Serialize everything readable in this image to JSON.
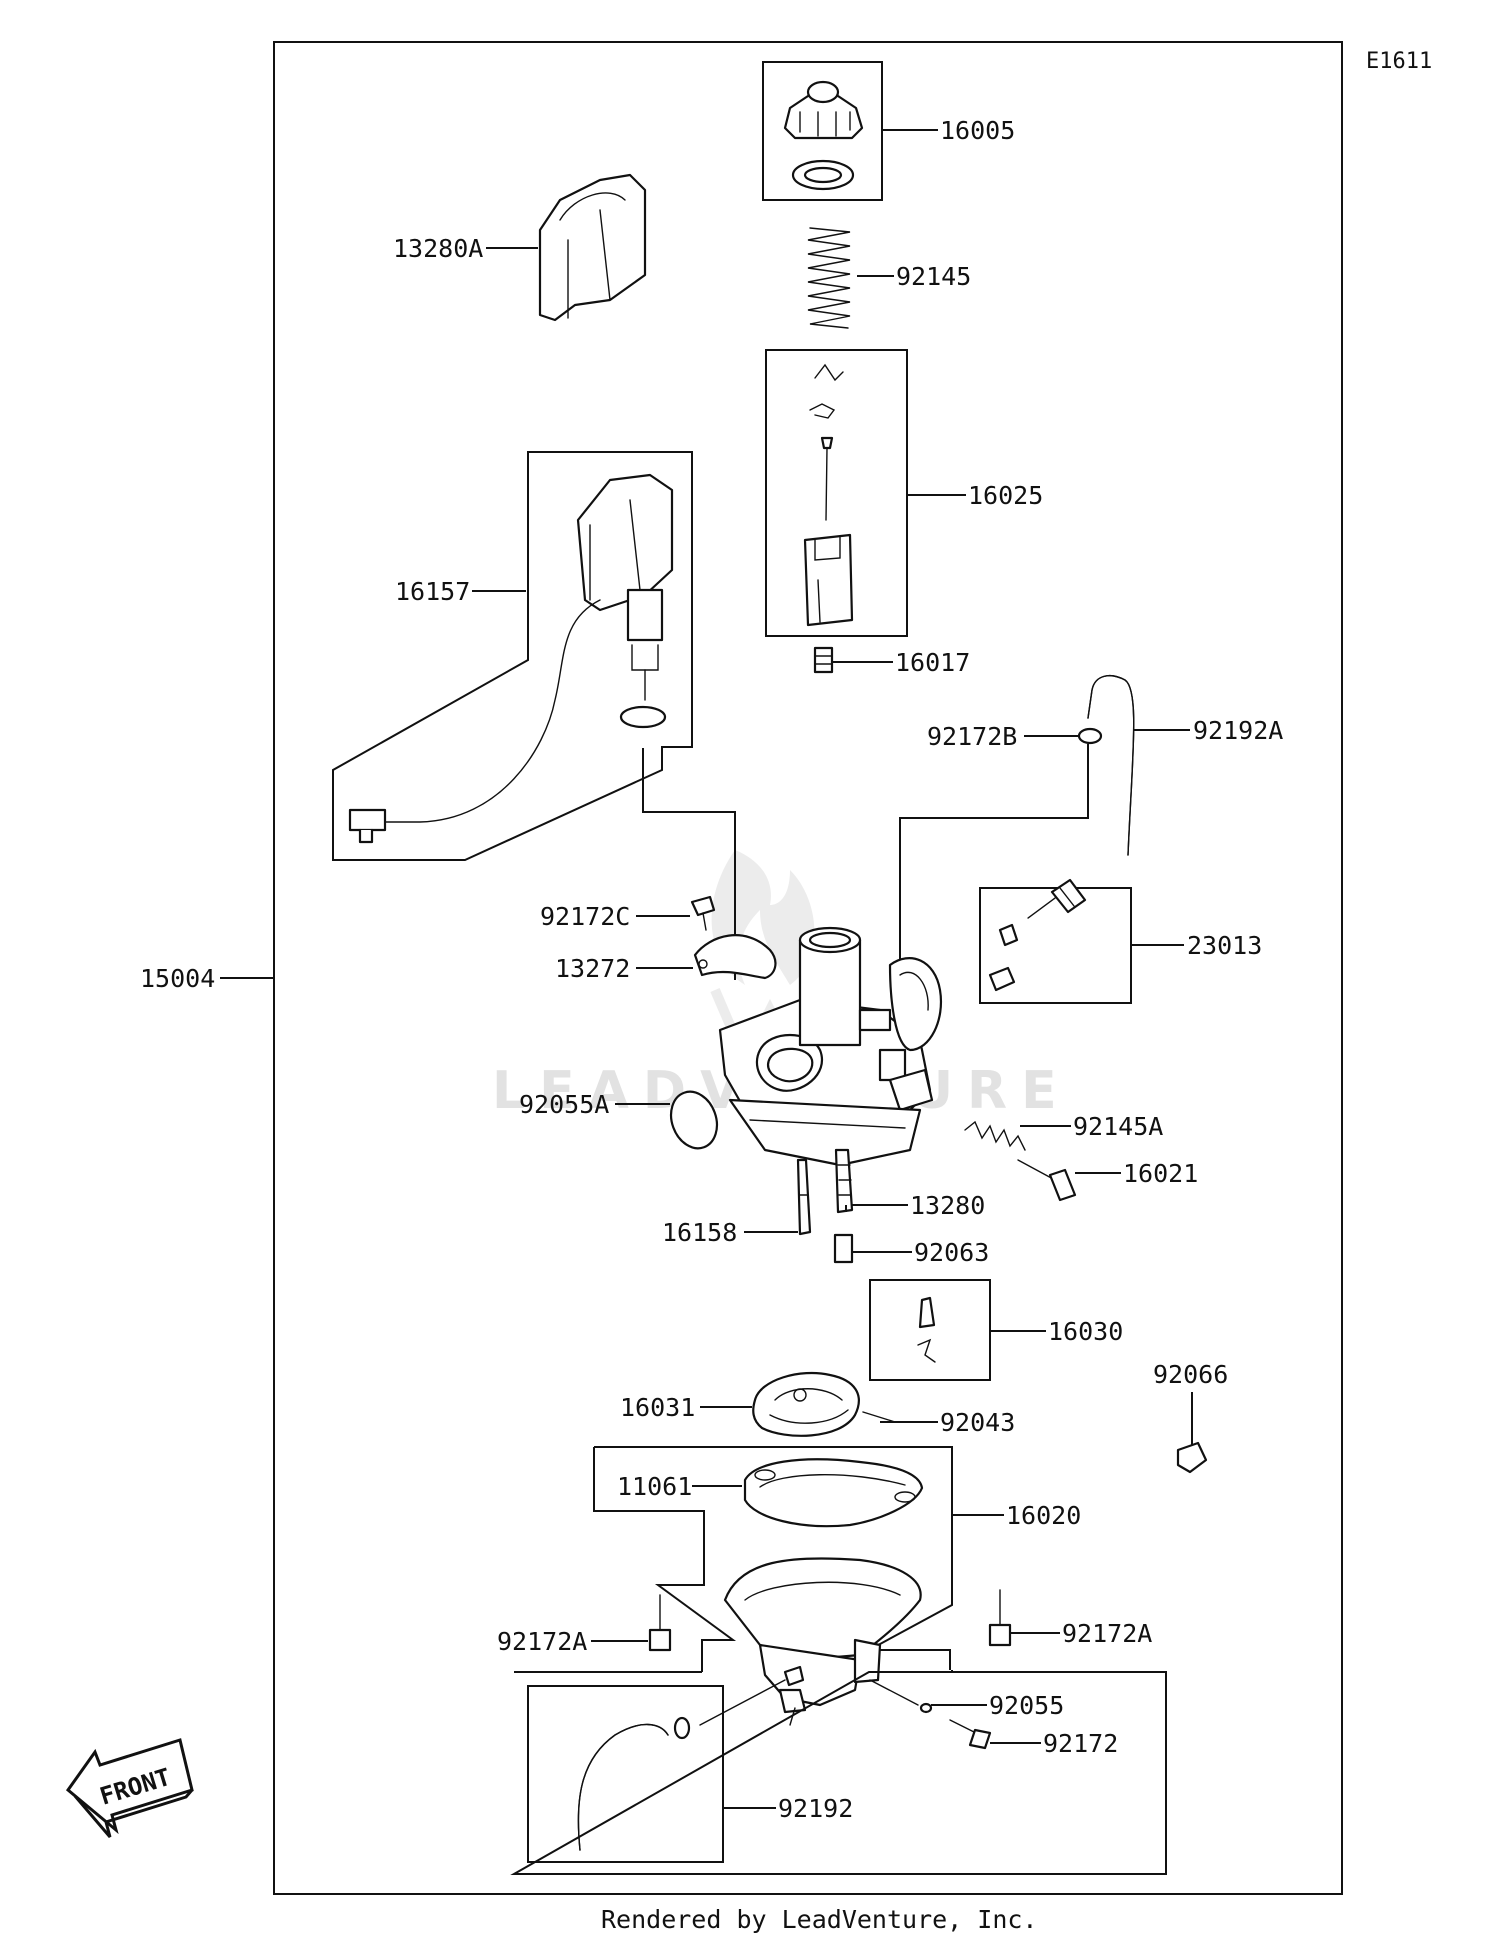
{
  "diagram_id": "E1611",
  "watermark": "LEADVENTURE",
  "footer": "Rendered by LeadVenture, Inc.",
  "front_label": "FRONT",
  "parts": [
    {
      "id": "p16005",
      "label": "16005"
    },
    {
      "id": "p13280A",
      "label": "13280A"
    },
    {
      "id": "p92145",
      "label": "92145"
    },
    {
      "id": "p16025",
      "label": "16025"
    },
    {
      "id": "p16157",
      "label": "16157"
    },
    {
      "id": "p16017",
      "label": "16017"
    },
    {
      "id": "p92172B",
      "label": "92172B"
    },
    {
      "id": "p92192A",
      "label": "92192A"
    },
    {
      "id": "p92172C",
      "label": "92172C"
    },
    {
      "id": "p23013",
      "label": "23013"
    },
    {
      "id": "p15004",
      "label": "15004"
    },
    {
      "id": "p13272",
      "label": "13272"
    },
    {
      "id": "p92055A",
      "label": "92055A"
    },
    {
      "id": "p92145A",
      "label": "92145A"
    },
    {
      "id": "p16021",
      "label": "16021"
    },
    {
      "id": "p13280",
      "label": "13280"
    },
    {
      "id": "p16158",
      "label": "16158"
    },
    {
      "id": "p92063",
      "label": "92063"
    },
    {
      "id": "p16030",
      "label": "16030"
    },
    {
      "id": "p92066",
      "label": "92066"
    },
    {
      "id": "p16031",
      "label": "16031"
    },
    {
      "id": "p92043",
      "label": "92043"
    },
    {
      "id": "p11061",
      "label": "11061"
    },
    {
      "id": "p16020",
      "label": "16020"
    },
    {
      "id": "p92172A_left",
      "label": "92172A"
    },
    {
      "id": "p92172A_right",
      "label": "92172A"
    },
    {
      "id": "p92055",
      "label": "92055"
    },
    {
      "id": "p92172",
      "label": "92172"
    },
    {
      "id": "p92192",
      "label": "92192"
    }
  ]
}
